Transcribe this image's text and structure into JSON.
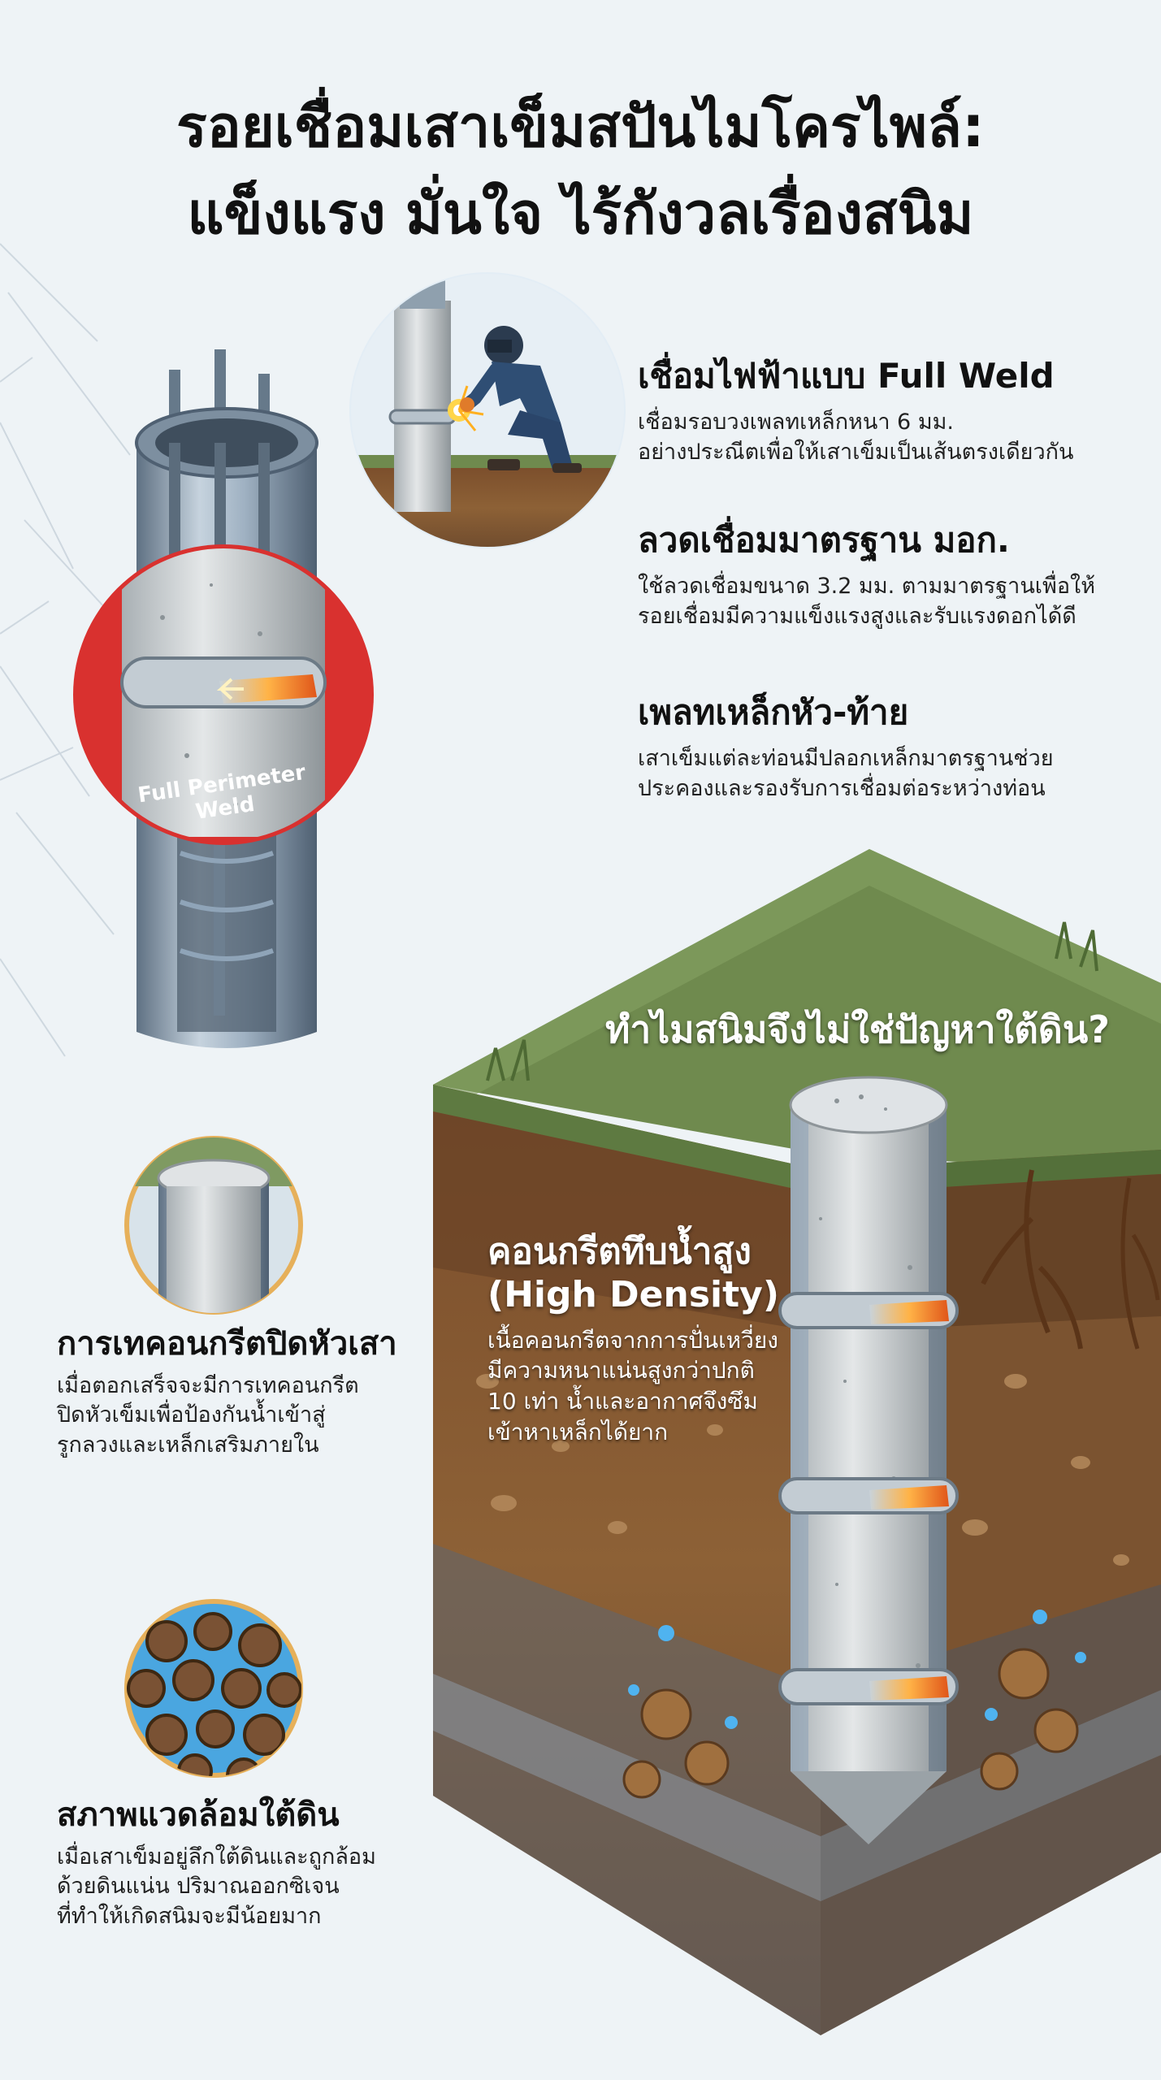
{
  "title": {
    "line1": "รอยเชื่อมเสาเข็มสปันไมโครไพล์:",
    "line2": "แข็งแรง มั่นใจ ไร้กังวลเรื่องสนิม"
  },
  "features": [
    {
      "heading": "เชื่อมไฟฟ้าแบบ Full Weld",
      "line1": "เชื่อมรอบวงเพลทเหล็กหนา 6 มม.",
      "line2": "อย่างประณีตเพื่อให้เสาเข็มเป็นเส้นตรงเดียวกัน"
    },
    {
      "heading": "ลวดเชื่อมมาตรฐาน มอก.",
      "line1": "ใช้ลวดเชื่อมขนาด 3.2 มม. ตามมาตรฐานเพื่อให้",
      "line2": "รอยเชื่อมมีความแข็งแรงสูงและรับแรงดอกได้ดี"
    },
    {
      "heading": "เพลทเหล็กหัว-ท้าย",
      "line1": "เสาเข็มแต่ละท่อนมีปลอกเหล็กมาตรฐานช่วย",
      "line2": "ประคองและรองรับการเชื่อมต่อระหว่างท่อน"
    }
  ],
  "weld_badge": "Full Perimeter Weld",
  "cross_section": {
    "question": "ทำไมสนิมจึงไม่ใช่ปัญหาใต้ดิน?",
    "concrete": {
      "heading1": "คอนกรีตทึบน้ำสูง",
      "heading2": "(High Density)",
      "lines": [
        "เนื้อคอนกรีตจากการปั่นเหวี่ยง",
        "มีความหนาแน่นสูงกว่าปกติ",
        "10 เท่า น้ำและอากาศจึงซึม",
        "เข้าหาเหล็กได้ยาก"
      ]
    }
  },
  "cap": {
    "heading": "การเทคอนกรีตปิดหัวเสา",
    "lines": [
      "เมื่อตอกเสร็จจะมีการเทคอนกรีต",
      "ปิดหัวเข็มเพื่อป้องกันน้ำเข้าสู่",
      "รูกลวงและเหล็กเสริมภายใน"
    ]
  },
  "soil": {
    "heading": "สภาพแวดล้อมใต้ดิน",
    "lines": [
      "เมื่อเสาเข็มอยู่ลึกใต้ดินและถูกล้อม",
      "ด้วยดินแน่น ปริมาณออกซิเจน",
      "ที่ทำให้เกิดสนิมจะมีน้อยมาก"
    ]
  },
  "colors": {
    "badge_red": "#d9312f",
    "weld_orange": "#f07d1a",
    "grass": "#6f8a4e",
    "soil": "#8a5a33",
    "pipe_steel": "#8fa4b8"
  }
}
